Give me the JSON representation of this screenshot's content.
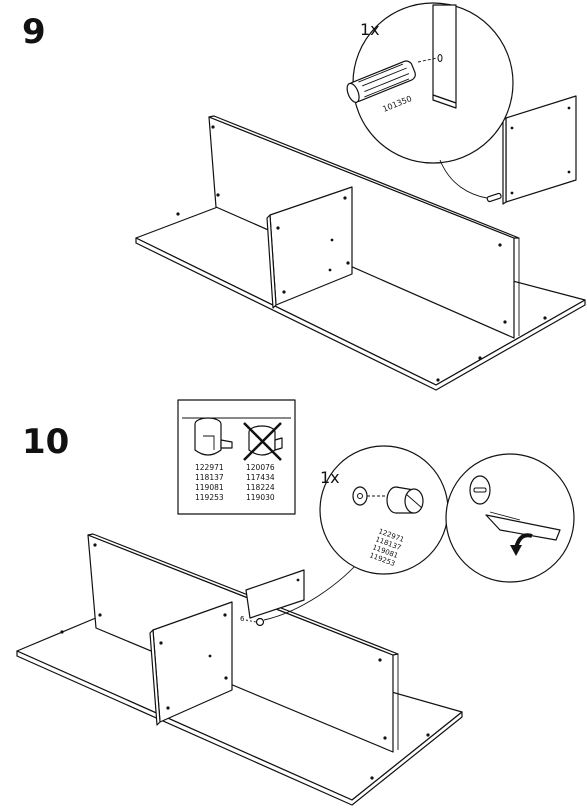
{
  "steps": [
    {
      "number": "9",
      "quantity": "1x",
      "part_number": "101350"
    },
    {
      "number": "10",
      "legend": {
        "ok_parts": [
          "122971",
          "118137",
          "119081",
          "119253"
        ],
        "not_ok_parts": [
          "120076",
          "117434",
          "118224",
          "119030"
        ]
      },
      "quantity": "1x",
      "callout_parts": [
        "122971",
        "118137",
        "119081",
        "119253"
      ]
    }
  ]
}
